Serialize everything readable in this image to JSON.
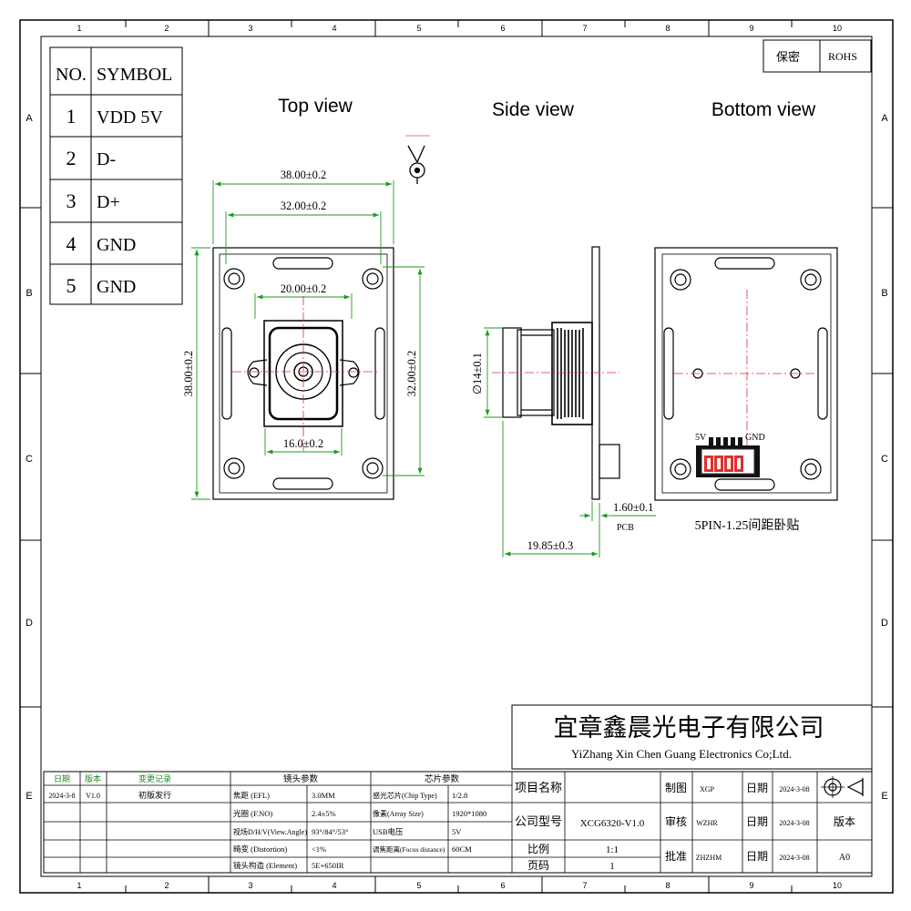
{
  "frame": {
    "columns": [
      "1",
      "2",
      "3",
      "4",
      "5",
      "6",
      "7",
      "8",
      "9",
      "10"
    ],
    "rows": [
      "A",
      "B",
      "C",
      "D",
      "E"
    ]
  },
  "corner": {
    "confidential": "保密",
    "rohs": "ROHS"
  },
  "symbol_table": {
    "headers": [
      "NO.",
      "SYMBOL"
    ],
    "rows": [
      {
        "no": "1",
        "symbol": "VDD 5V"
      },
      {
        "no": "2",
        "symbol": "D-"
      },
      {
        "no": "3",
        "symbol": "D+"
      },
      {
        "no": "4",
        "symbol": "GND"
      },
      {
        "no": "5",
        "symbol": "GND"
      }
    ]
  },
  "views": {
    "top": "Top view",
    "side": "Side view",
    "bottom": "Bottom view"
  },
  "top_dims": {
    "outer_width": "38.00±0.2",
    "hole_width": "32.00±0.2",
    "holder_width": "20.00±0.2",
    "base_width": "16.0±0.2",
    "outer_height": "38.00±0.2",
    "hole_height": "32.00±0.2"
  },
  "side_dims": {
    "lens_dia": "∅14±0.1",
    "pcb_thickness": "1.60±0.1",
    "pcb_label": "PCB",
    "total_length": "19.85±0.3"
  },
  "bottom_view": {
    "pin_5v": "5V",
    "pin_gnd": "GND",
    "connector_note": "5PIN-1.25间距卧贴"
  },
  "company": {
    "name_cn": "宜章鑫晨光电子有限公司",
    "name_en": "YiZhang Xin Chen Guang Electronics Co;Ltd."
  },
  "revision": {
    "headers": [
      "日期",
      "版本",
      "变更记录"
    ],
    "rows": [
      {
        "date": "2024-3-8",
        "version": "V1.0",
        "change": "初版发行"
      }
    ]
  },
  "lens_params": {
    "title": "镜头参数",
    "rows": [
      {
        "k": "焦距 (EFL)",
        "v": "3.0MM"
      },
      {
        "k": "光圈 (F.NO)",
        "v": "2.4±5%"
      },
      {
        "k": "视场D/H/V(View.Angle)",
        "v": "93°/84°/53°"
      },
      {
        "k": "畸变 (Distortion)",
        "v": "<1%"
      },
      {
        "k": "镜头构造 (Element)",
        "v": "5E+650IR"
      }
    ]
  },
  "chip_params": {
    "title": "芯片参数",
    "rows": [
      {
        "k": "感光芯片(Chip Type)",
        "v": "1/2.8"
      },
      {
        "k": "像素(Array Size)",
        "v": "1920*1080"
      },
      {
        "k": "USB电压",
        "v": "5V"
      },
      {
        "k": "调焦距离(Focus distance)",
        "v": "60CM"
      }
    ]
  },
  "title_block": {
    "project_label": "项目名称",
    "model_label": "公司型号",
    "model_value": "XCG6320-V1.0",
    "scale_label": "比例",
    "scale_value": "1:1",
    "page_label": "页码",
    "page_value": "1",
    "drawn_label": "制图",
    "drawn_value": "XGP",
    "check_label": "审核",
    "check_value": "WZHR",
    "approve_label": "批准",
    "approve_value": "ZHZHM",
    "date_label": "日期",
    "date_value": "2024-3-08",
    "version_label": "版本",
    "version_value": "A0"
  }
}
